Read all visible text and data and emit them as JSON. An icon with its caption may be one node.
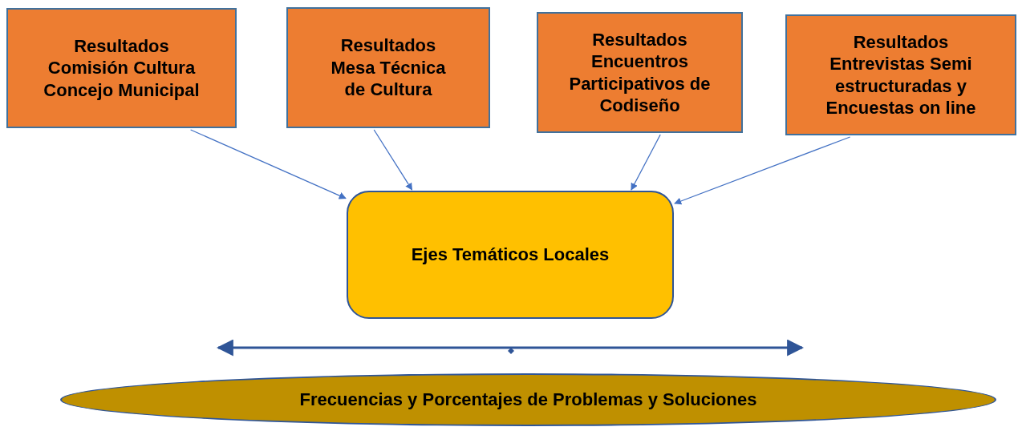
{
  "diagram": {
    "nodes": [
      {
        "text": [
          "Resultados Comisión Cultura Concejo Municipal"
        ]
      },
      {
        "text": [
          "Resultados Mesa Técnica de Cultura"
        ]
      },
      {
        "text": [
          "Resultados Encuentros Participativos de Codiseño"
        ]
      },
      {
        "text": [
          "Resultados Entrevistas Semi estructuradas y Encuestas on line"
        ]
      },
      {
        "text": [
          "Ejes Temáticos Locales"
        ]
      },
      {
        "text": [
          "Frecuencias y Porcentajes de Problemas y Soluciones"
        ]
      }
    ],
    "edges": [
      {
        "from": 0,
        "to": 4,
        "arrow": "to"
      },
      {
        "from": 1,
        "to": 4,
        "arrow": "to"
      },
      {
        "from": 2,
        "to": 4,
        "arrow": "to"
      },
      {
        "from": 3,
        "to": 4,
        "arrow": "to"
      }
    ]
  }
}
